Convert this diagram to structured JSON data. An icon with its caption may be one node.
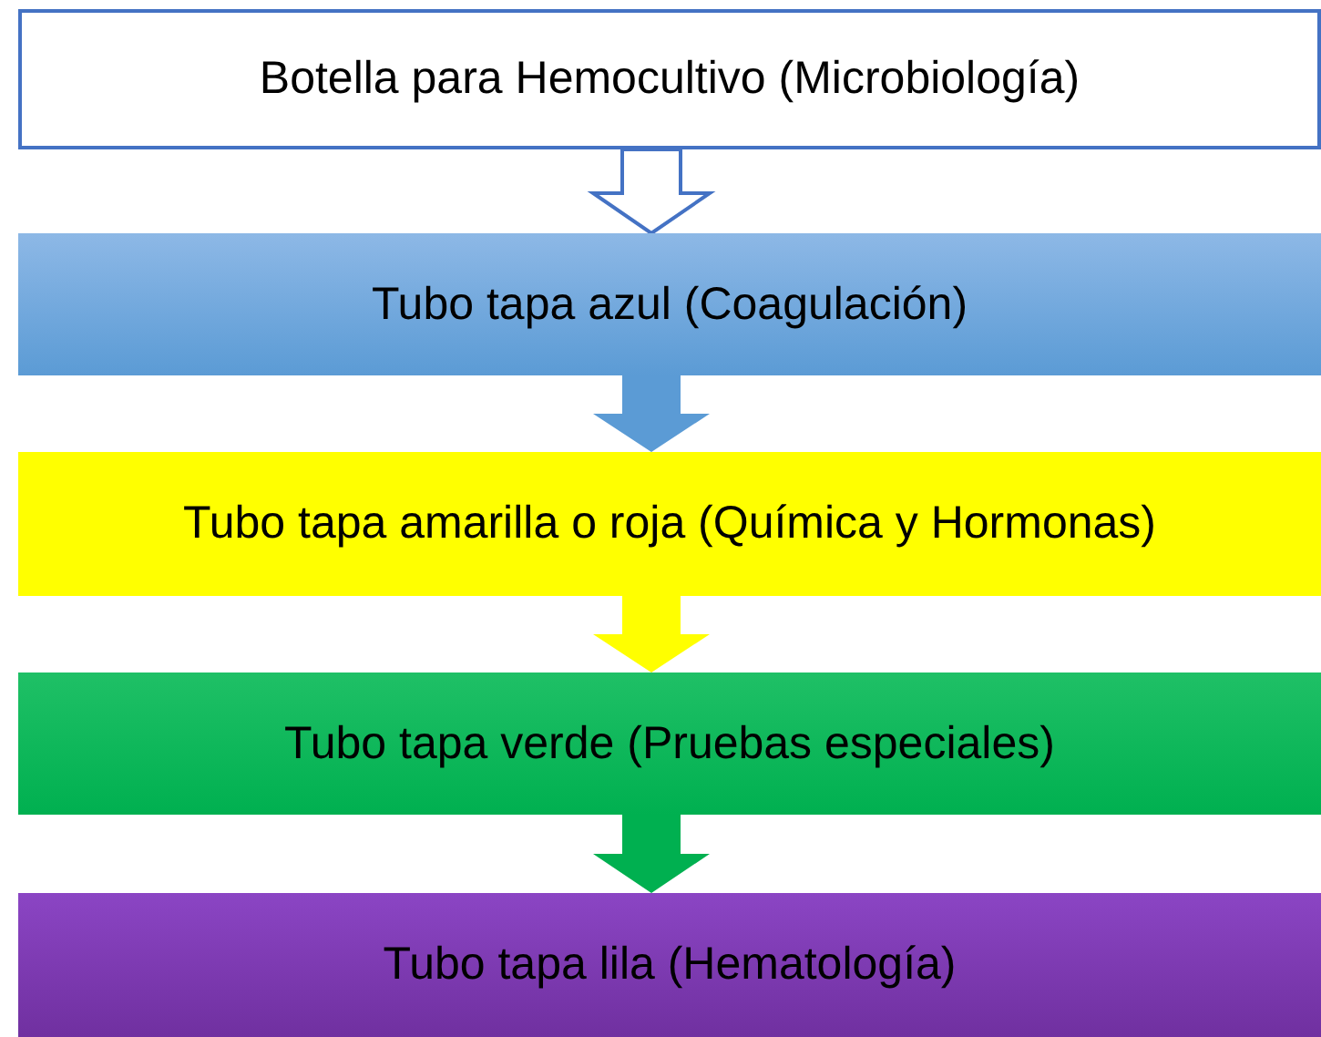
{
  "diagram": {
    "nodes": [
      {
        "text": [
          "Botella para Hemocultivo (Microbiología)"
        ]
      },
      {
        "text": [
          "Tubo tapa azul (Coagulación)"
        ]
      },
      {
        "text": [
          "Tubo tapa amarilla o roja (Química y Hormonas)"
        ]
      },
      {
        "text": [
          "Tubo tapa verde (Pruebas especiales)"
        ]
      },
      {
        "text": [
          "Tubo tapa lila (Hematología)"
        ]
      }
    ],
    "edges": [
      {
        "from": 0,
        "to": 1,
        "arrow": "to",
        "color": "#ffffff"
      },
      {
        "from": 1,
        "to": 2,
        "arrow": "to",
        "color": "#5b9bd5"
      },
      {
        "from": 2,
        "to": 3,
        "arrow": "to",
        "color": "#ffff00"
      },
      {
        "from": 3,
        "to": 4,
        "arrow": "to",
        "color": "#00b050"
      }
    ]
  }
}
